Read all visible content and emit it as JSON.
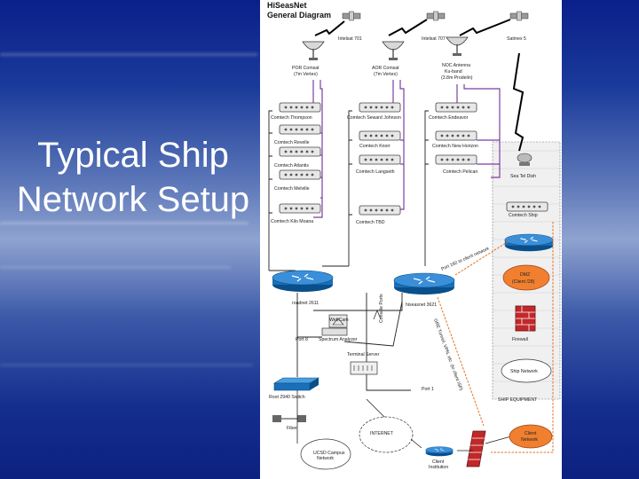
{
  "slide": {
    "title_line1": "Typical Ship",
    "title_line2": "Network Setup"
  },
  "diagram": {
    "header_line1": "HiSeasNet",
    "header_line2": "General Diagram",
    "satellites": [
      "Intelsat 701",
      "Intelsat 707",
      "Satmex 5"
    ],
    "dishes": [
      [
        "POR Comsat",
        "(7m Vertex)"
      ],
      [
        "AOR Comsat",
        "(7m Vertex)"
      ],
      [
        "NOC Antenna",
        "Ku-band",
        "(3.8m Prodelin)"
      ]
    ],
    "modems_col1": [
      "Comtech Thompson",
      "Comtech Revelle",
      "Comtech Atlantis",
      "Comtech Melville",
      "Comtech Kilo Moana"
    ],
    "modems_col2": [
      "Comtech Seward Johnson",
      "Comtech Knorr",
      "Comtech Langseth",
      "Comtech TBD"
    ],
    "modems_col3": [
      "Comtech Endeavor",
      "Comtech New Horizon",
      "Comtech Pelican"
    ],
    "routers": [
      "roadnet 2611",
      "hiseasnet 3621"
    ],
    "ship": {
      "dish": "Sea Tel Dish",
      "modem": "Comtech Ship",
      "dmz": [
        "DMZ",
        "(Client /28)"
      ],
      "firewall": "Firewall",
      "network": "Ship Network",
      "equipment_label": "SHIP EQUIPMENT"
    },
    "lab": {
      "webcam": "WebCam",
      "spectrum": "Spectrum Analyzer",
      "terminal": "Terminal Server",
      "console": "Console Ports",
      "switch": "Root 2940 Switch",
      "fiber": "Fiber",
      "port8": "Port 8",
      "port1": "Port 1",
      "internet": "INTERNET",
      "campus": [
        "UCSD Campus",
        "Network"
      ],
      "client_inst": [
        "Client",
        "Institution"
      ],
      "client_net": [
        "Client",
        "Network"
      ],
      "tunnel_upper": "Port 192 to client network",
      "tunnel_lower": "GRE Tunnel, VPN, etc. (to client ISP)"
    }
  }
}
